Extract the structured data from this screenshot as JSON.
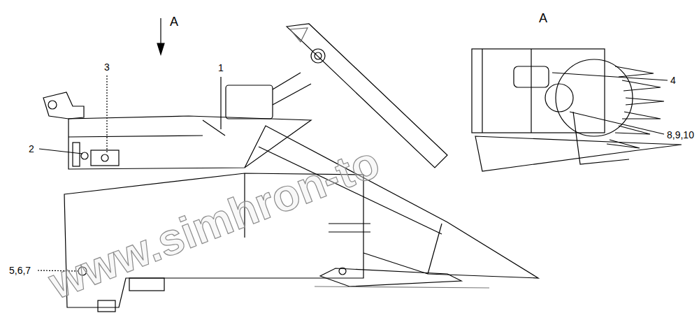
{
  "diagram": {
    "labels": [
      "A",
      "3",
      "1",
      "2",
      "5,6,7",
      "A",
      "4",
      "8,9,10",
      "www.simhron-to"
    ]
  }
}
